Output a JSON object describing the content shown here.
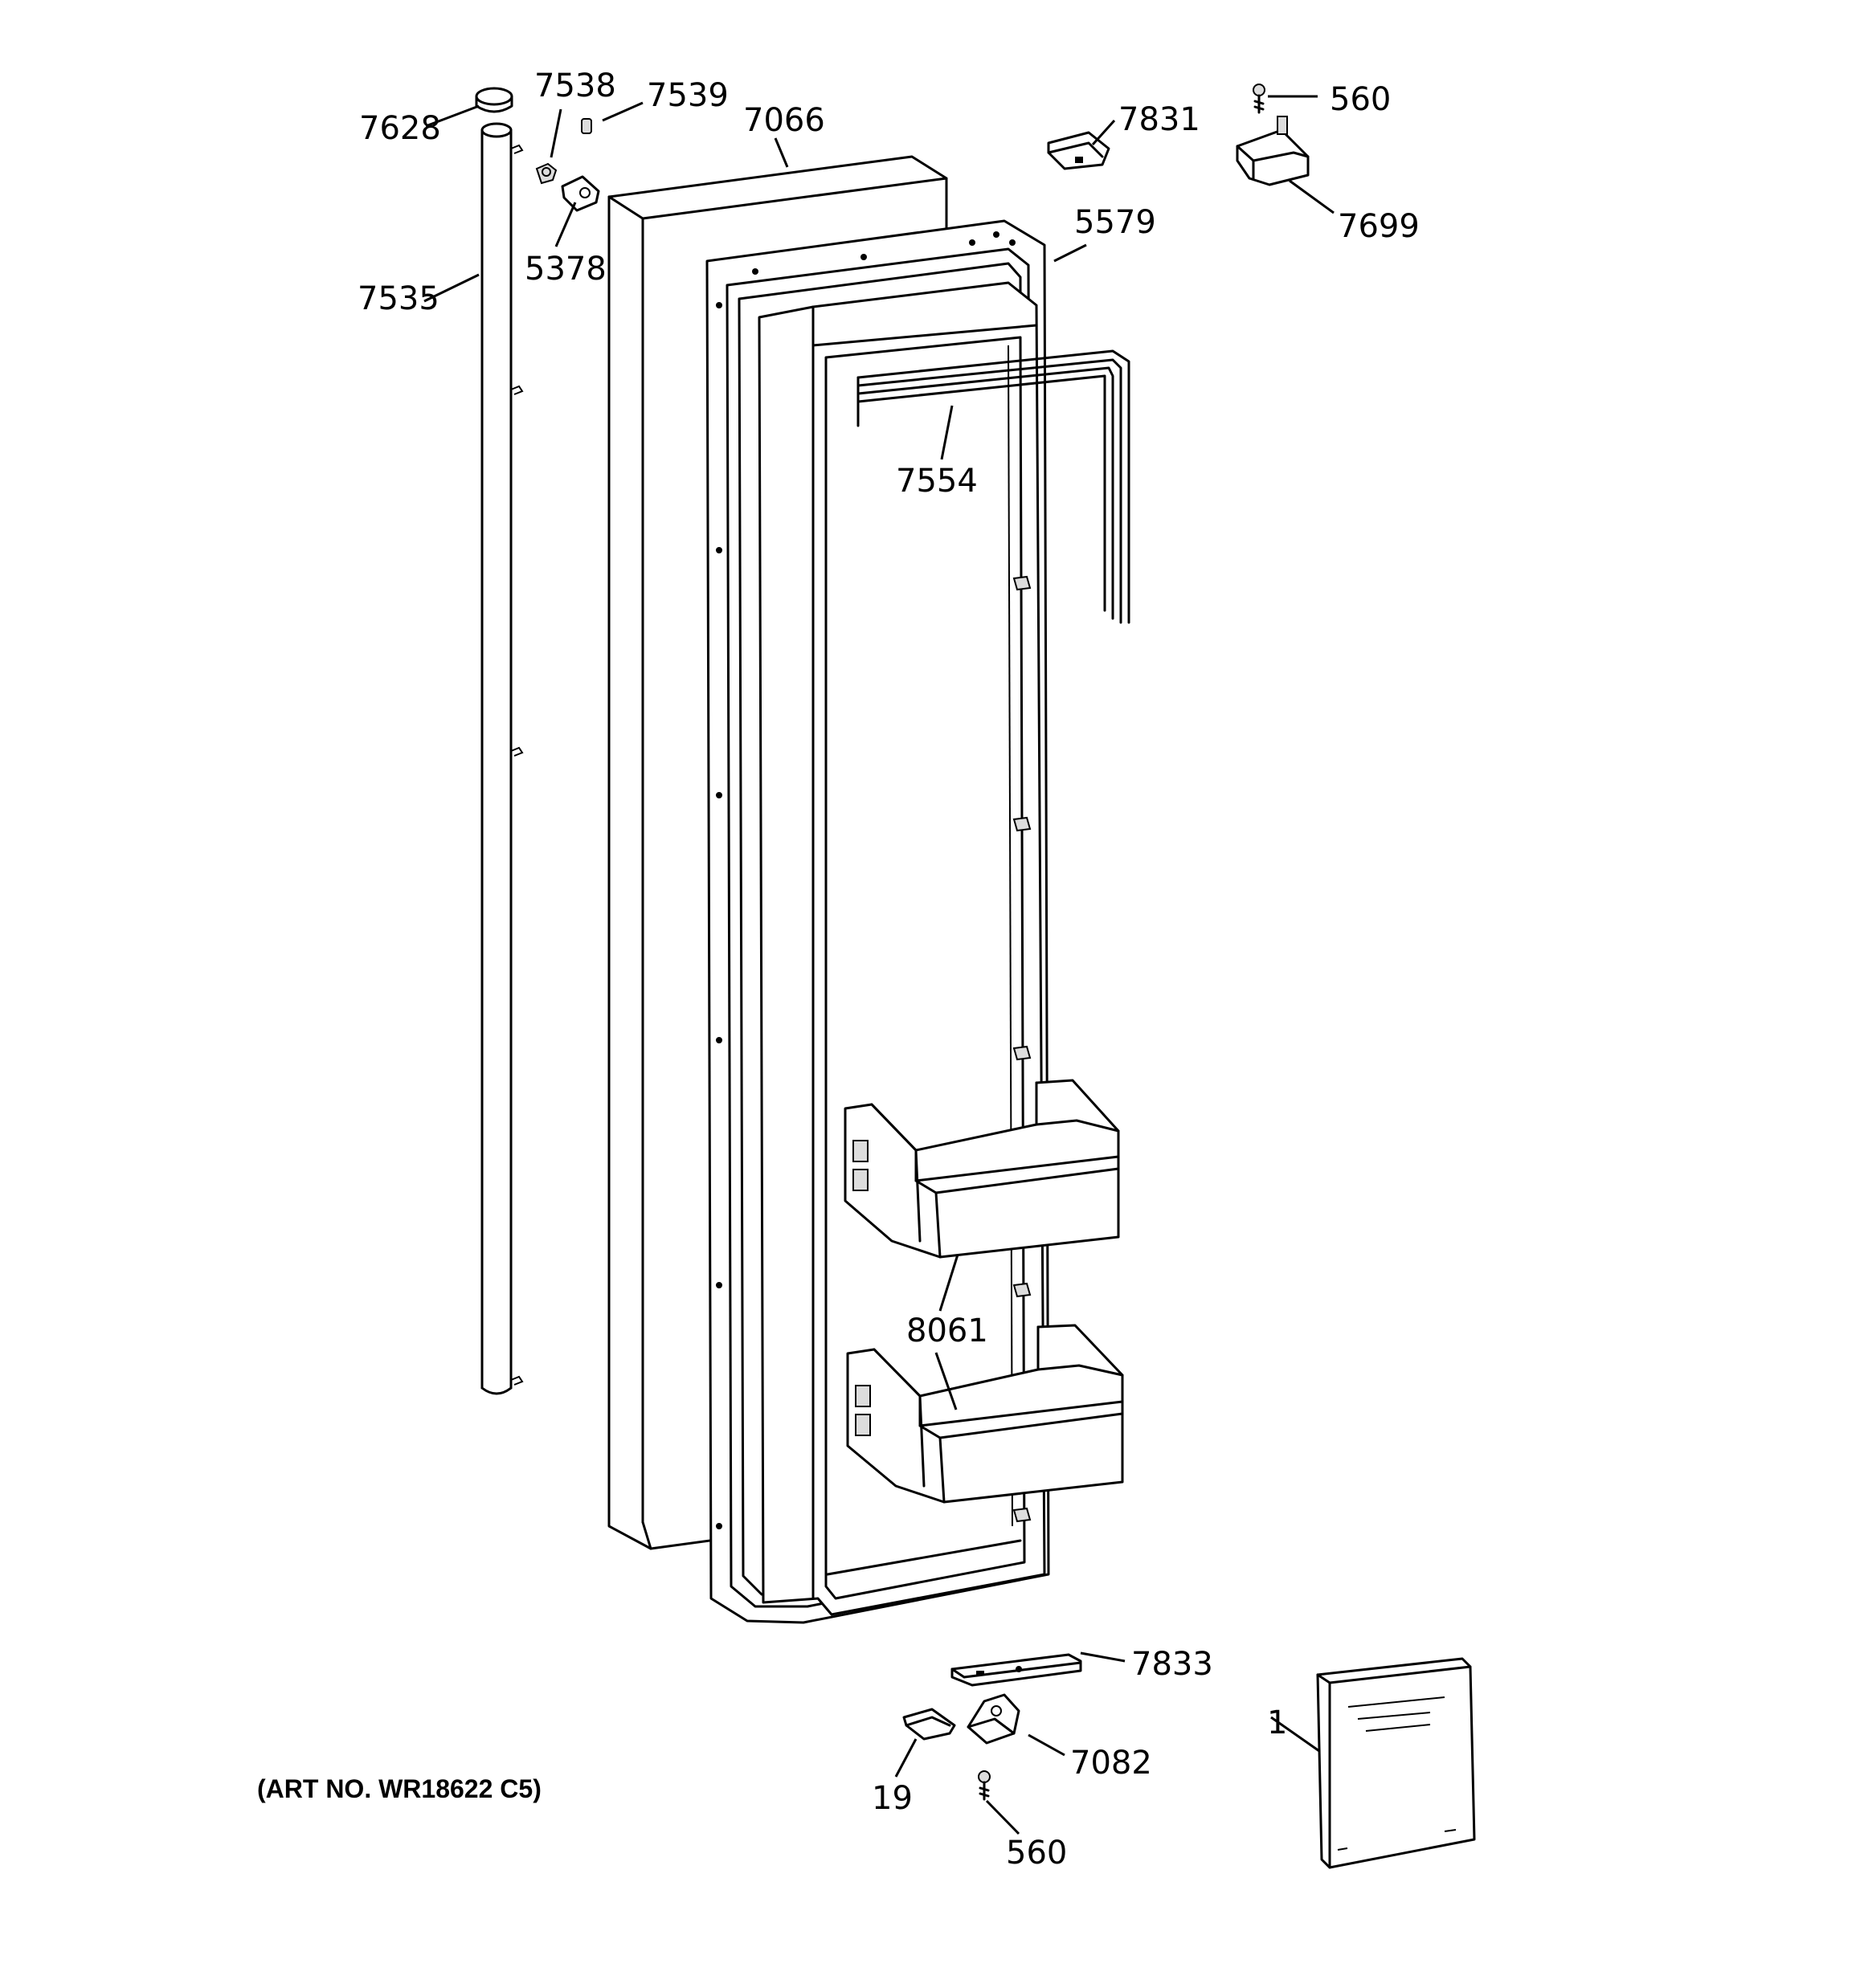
{
  "diagram": {
    "caption": "(ART NO. WR18622 C5)",
    "labels": {
      "p7628": "7628",
      "p7538": "7538",
      "p7539": "7539",
      "p7066": "7066",
      "p7831": "7831",
      "p560_top": "560",
      "p7699": "7699",
      "p5579": "5579",
      "p5378": "5378",
      "p7535": "7535",
      "p7554": "7554",
      "p8061": "8061",
      "p7833": "7833",
      "p1": "1",
      "p7082": "7082",
      "p19": "19",
      "p560_bottom": "560"
    }
  }
}
